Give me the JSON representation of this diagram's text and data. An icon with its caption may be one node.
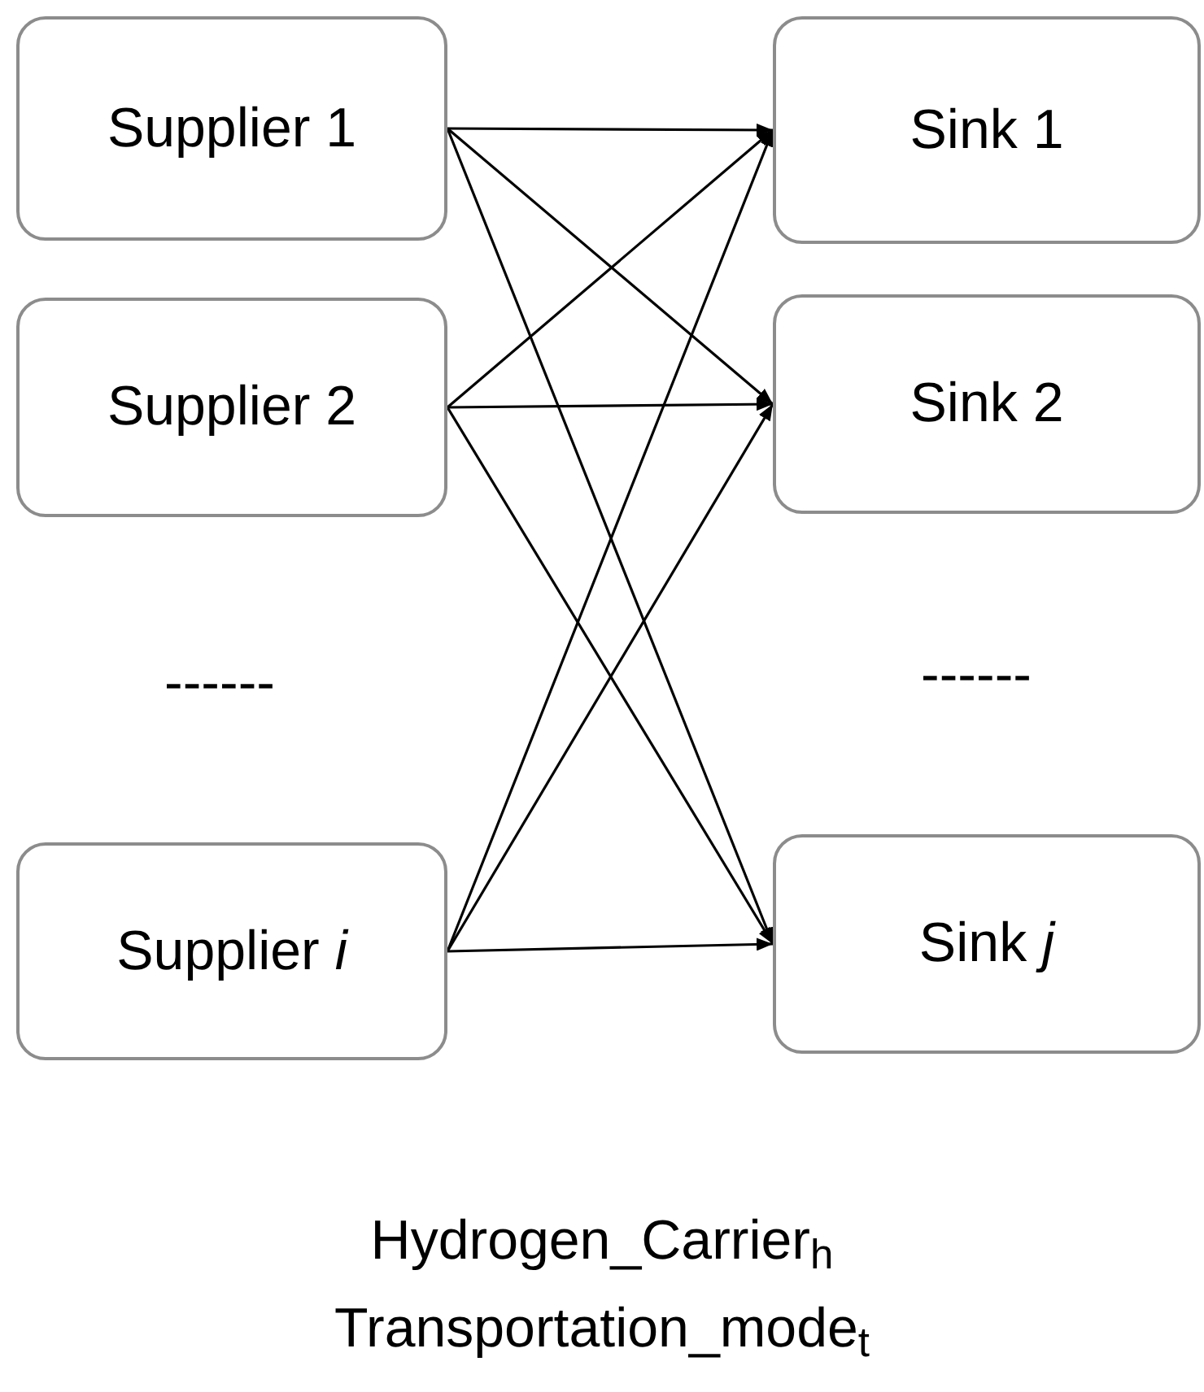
{
  "diagram": {
    "nodes": [
      {
        "text": [
          "Supplier 1"
        ]
      },
      {
        "text": [
          "Supplier 2"
        ]
      },
      {
        "text": [
          "Supplier *i*"
        ]
      },
      {
        "text": [
          "Sink 1"
        ]
      },
      {
        "text": [
          "Sink 2"
        ]
      },
      {
        "text": [
          "Sink *j*"
        ]
      }
    ],
    "edges": [
      {
        "from": 0,
        "to": 3,
        "arrow": "to"
      },
      {
        "from": 0,
        "to": 4,
        "arrow": "to"
      },
      {
        "from": 0,
        "to": 5,
        "arrow": "to"
      },
      {
        "from": 1,
        "to": 3,
        "arrow": "to"
      },
      {
        "from": 1,
        "to": 4,
        "arrow": "to"
      },
      {
        "from": 1,
        "to": 5,
        "arrow": "to"
      },
      {
        "from": 2,
        "to": 3,
        "arrow": "to"
      },
      {
        "from": 2,
        "to": 4,
        "arrow": "to"
      },
      {
        "from": 2,
        "to": 5,
        "arrow": "to"
      }
    ],
    "labels": [
      "------",
      "------",
      "Hydrogen_Carrier$_{h}$",
      "Transportation_mode$_{t}$"
    ]
  }
}
